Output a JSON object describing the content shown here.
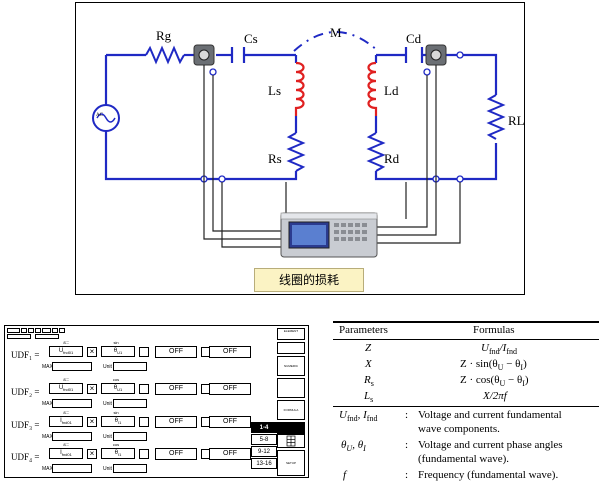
{
  "circuit": {
    "labels": {
      "rg": "Rg",
      "cs": "Cs",
      "m": "M",
      "cd": "Cd",
      "ls": "Ls",
      "ld": "Ld",
      "rs": "Rs",
      "rd": "Rd",
      "rl": "RL",
      "source": "AC"
    },
    "caption": "线圈的损耗",
    "colors": {
      "wire": "#1f29c4",
      "coil": "#e02020",
      "resistor": "#1f29c4",
      "meter_leads": "#222222"
    }
  },
  "screen": {
    "top_fields": [
      "0000",
      "00",
      "00",
      "00",
      "000",
      "00",
      "00"
    ],
    "udf_rows": [
      {
        "label": "UDF₁ =",
        "num_top": "8∶∶∶",
        "num_main": "U",
        "num_sub": "fnd01",
        "op": "×",
        "fn_top": "sin",
        "fn_main": "θ",
        "fn_sub": "U1",
        "off1": "OFF",
        "off2": "OFF",
        "max_label": "MAX",
        "unit_label": "Unit"
      },
      {
        "label": "UDF₂ =",
        "num_top": "8∶∶∶",
        "num_main": "U",
        "num_sub": "fnd01",
        "op": "×",
        "fn_top": "cos",
        "fn_main": "θ",
        "fn_sub": "U1",
        "off1": "OFF",
        "off2": "OFF",
        "max_label": "MAX",
        "unit_label": "Unit"
      },
      {
        "label": "UDF₃ =",
        "num_top": "8∶∶∶",
        "num_main": "I",
        "num_sub": "fnd01",
        "op": "×",
        "fn_top": "sin",
        "fn_main": "θ",
        "fn_sub": "I1",
        "off1": "OFF",
        "off2": "OFF",
        "max_label": "MAX",
        "unit_label": "Unit"
      },
      {
        "label": "UDF₄ =",
        "num_top": "8∶∶∶",
        "num_main": "I",
        "num_sub": "fnd01",
        "op": "×",
        "fn_top": "cos",
        "fn_main": "θ",
        "fn_sub": "I1",
        "off1": "OFF",
        "off2": "OFF",
        "max_label": "MAX",
        "unit_label": "Unit"
      }
    ],
    "tabs": [
      "1-4",
      "5-8",
      "9-12",
      "13-16"
    ],
    "active_tab": "1-4",
    "right_buttons": [
      "ELEMENT",
      "",
      "NUMERIC",
      "",
      "FORMULA",
      "",
      "",
      "SETUP"
    ]
  },
  "table": {
    "headers": {
      "param": "Parameters",
      "formula": "Formulas"
    },
    "rows": [
      {
        "param": "Z",
        "formula_main": "U",
        "formula_sub": "fnd",
        "formula_rest": "/I",
        "formula_sub2": "fnd"
      },
      {
        "param": "X",
        "formula": "Z · sin(θ",
        "sub_a": "U",
        "mid": " − θ",
        "sub_b": "I",
        "end": ")"
      },
      {
        "param": "R",
        "param_sub": "s",
        "formula": "Z · cos(θ",
        "sub_a": "U",
        "mid": " − θ",
        "sub_b": "I",
        "end": ")"
      },
      {
        "param": "L",
        "param_sub": "s",
        "formula": "X/2πf"
      }
    ],
    "defs": [
      {
        "sym": "U",
        "sym_sub": "fnd",
        "sym2": ", I",
        "sym2_sub": "fnd",
        "sep": ":",
        "text1": "Voltage and current fundamental",
        "text2": "wave components."
      },
      {
        "sym": "θ",
        "sym_sub": "U",
        "sym2": ", θ",
        "sym2_sub": "I",
        "sep": ":",
        "text1": "Voltage and current phase angles",
        "text2": "(fundamental wave)."
      },
      {
        "sym": "f",
        "sep": ":",
        "text1": "Frequency (fundamental wave)."
      }
    ]
  }
}
